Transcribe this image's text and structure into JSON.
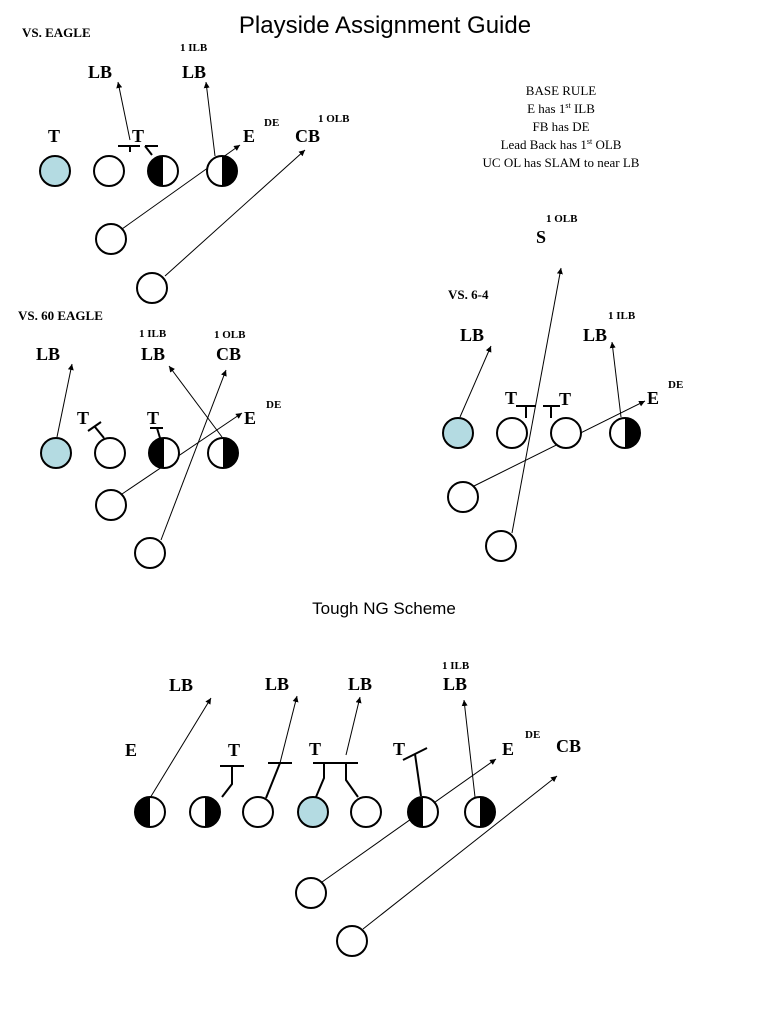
{
  "title": "Playside Assignment Guide",
  "colors": {
    "center": "#b4dbe2",
    "player": "#ffffff",
    "half": "#000000"
  },
  "base_rule": {
    "heading": "BASE RULE",
    "lines": [
      {
        "pre": "E has 1",
        "sup": "st",
        "post": " ILB"
      },
      {
        "pre": "FB has DE",
        "sup": "",
        "post": ""
      },
      {
        "pre": "Lead Back has 1",
        "sup": "st",
        "post": " OLB"
      },
      {
        "pre": "UC OL has SLAM to near LB",
        "sup": "",
        "post": ""
      }
    ]
  },
  "diagram_titles": {
    "eagle": "VS. EAGLE",
    "sixty": "VS. 60 EAGLE",
    "six_four": "VS. 6-4",
    "tough": "Tough NG Scheme"
  },
  "labels": {
    "eagle": {
      "lb_left": "LB",
      "lb_right": "LB",
      "ilb": "1 ILB",
      "t_left": "T",
      "t_mid": "T",
      "e": "E",
      "de": "DE",
      "cb": "CB",
      "olb": "1 OLB"
    },
    "sixty": {
      "lb_left": "LB",
      "lb_mid": "LB",
      "ilb": "1 ILB",
      "cb": "CB",
      "olb": "1 OLB",
      "t_left": "T",
      "t_mid": "T",
      "e": "E",
      "de": "DE"
    },
    "six_four": {
      "s": "S",
      "olb": "1 OLB",
      "lb_left": "LB",
      "lb_right": "LB",
      "ilb": "1 ILB",
      "t_left": "T",
      "t_right": "T",
      "e": "E",
      "de": "DE"
    },
    "tough": {
      "lb1": "LB",
      "lb2": "LB",
      "lb3": "LB",
      "lb4": "LB",
      "ilb": "1 ILB",
      "e_left": "E",
      "t1": "T",
      "t2": "T",
      "t3": "T",
      "e_right": "E",
      "de": "DE",
      "cb": "CB"
    }
  }
}
